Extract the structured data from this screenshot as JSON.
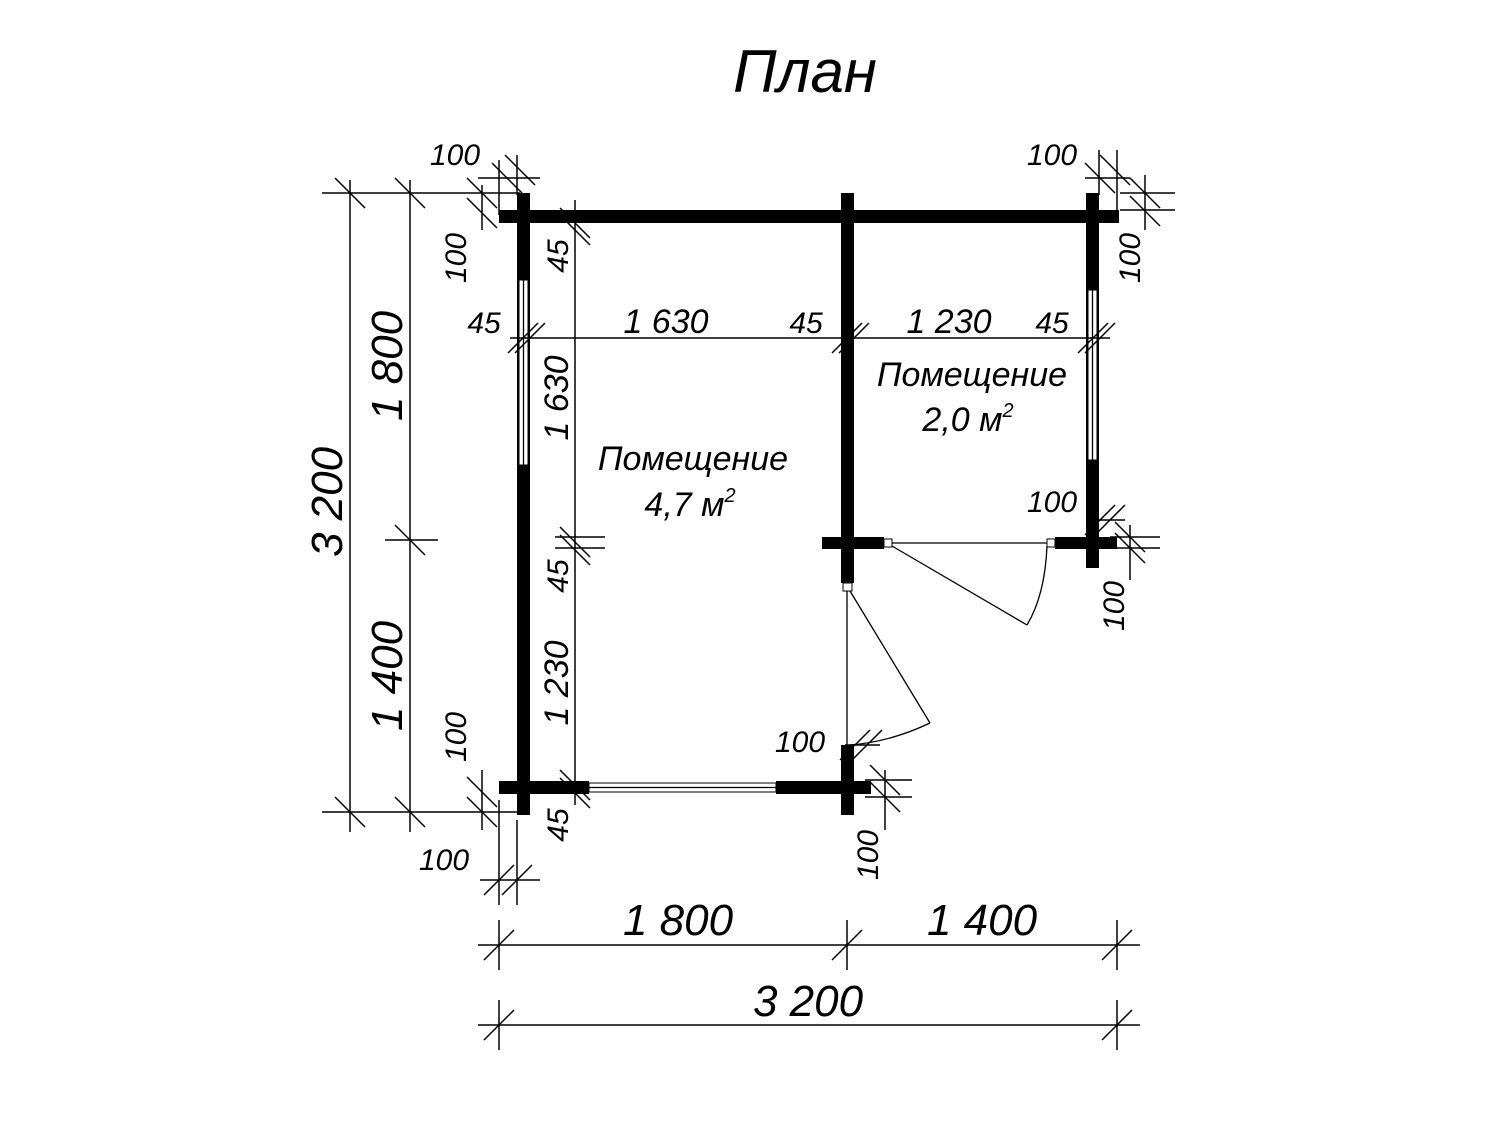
{
  "title": "План",
  "rooms": [
    {
      "name": "Помещение",
      "area": "4,7 м",
      "sup": "2"
    },
    {
      "name": "Помещение",
      "area": "2,0 м",
      "sup": "2"
    }
  ],
  "dims": {
    "top_left_100": "100",
    "top_right_100": "100",
    "left_top_100": "100",
    "right_top_100": "100",
    "left_45": "45",
    "room1_width": "1 630",
    "mid_45": "45",
    "room2_width": "1 230",
    "right_45": "45",
    "v_top_45": "45",
    "room1_depth": "1 630",
    "v_mid_45": "45",
    "v_bottom_1230": "1 230",
    "v_bottom_45": "45",
    "left_bottom_100": "100",
    "bottom_left_100": "100",
    "mid_door_100": "100",
    "mid_bottom_100": "100",
    "right_mid_100_top": "100",
    "right_mid_100_bottom": "100",
    "outer_total_h": "3 200",
    "outer_h_1800": "1 800",
    "outer_h_1400": "1 400",
    "bottom_1800": "1 800",
    "bottom_1400": "1 400",
    "bottom_total": "3 200"
  }
}
